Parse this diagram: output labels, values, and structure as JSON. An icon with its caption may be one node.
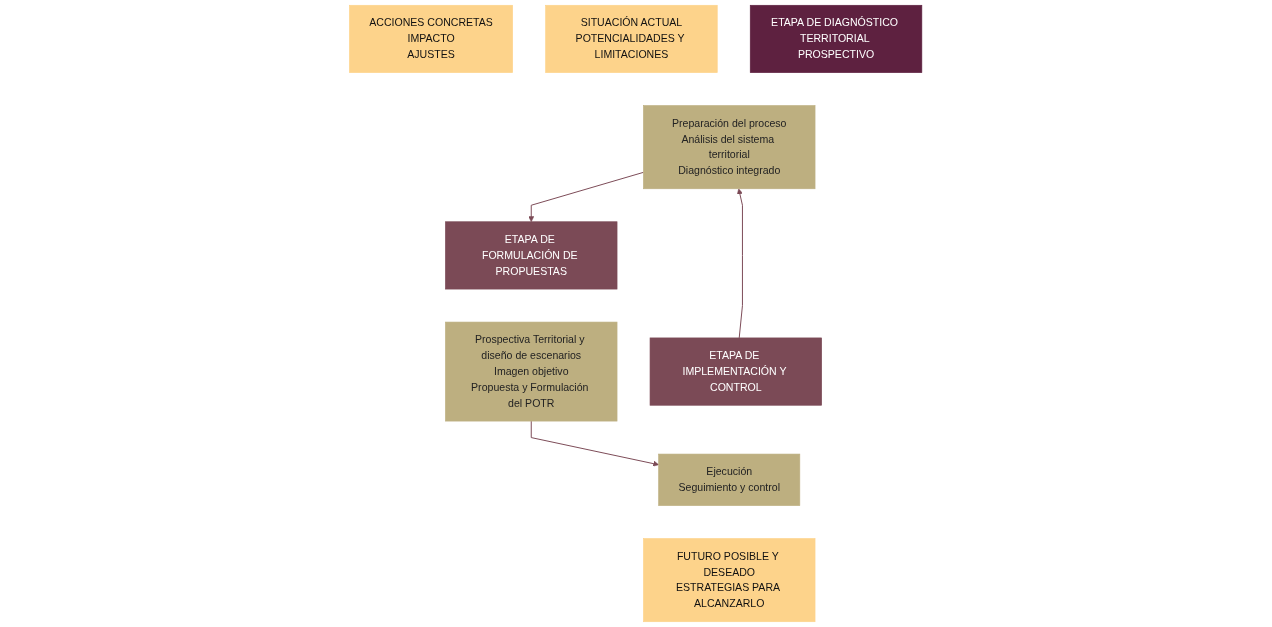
{
  "diagram": {
    "nodes": [
      {
        "text": [
          "ACCIONES CONCRETAS",
          "IMPACTO",
          "AJUSTES"
        ]
      },
      {
        "text": [
          "SITUACIÓN ACTUAL",
          "POTENCIALIDADES Y LIMITACIONES"
        ]
      },
      {
        "text": [
          "ETAPA DE DIAGNÓSTICO TERRITORIAL PROSPECTIVO"
        ]
      },
      {
        "text": [
          "Preparación del proceso",
          "Análisis del sistema territorial",
          "Diagnóstico integrado"
        ]
      },
      {
        "text": [
          "ETAPA DE IMPLEMENTACIÓN Y CONTROL"
        ]
      },
      {
        "text": [
          "Ejecución",
          "Seguimiento y control"
        ]
      },
      {
        "text": [
          "ETAPA DE FORMULACIÓN DE PROPUESTAS"
        ]
      },
      {
        "text": [
          "Prospectiva Territorial y diseño de escenarios",
          "Imagen objetivo",
          "Propuesta y Formulación del POTR"
        ]
      },
      {
        "text": [
          "FUTURO POSIBLE Y DESEADO",
          "ESTRATEGIAS PARA ALCANZARLO"
        ]
      }
    ],
    "edges": [
      {
        "from": 3,
        "to": 6,
        "arrow": "to"
      },
      {
        "from": 7,
        "to": 5,
        "arrow": "to"
      },
      {
        "from": 4,
        "to": 3,
        "arrow": "to"
      }
    ]
  }
}
